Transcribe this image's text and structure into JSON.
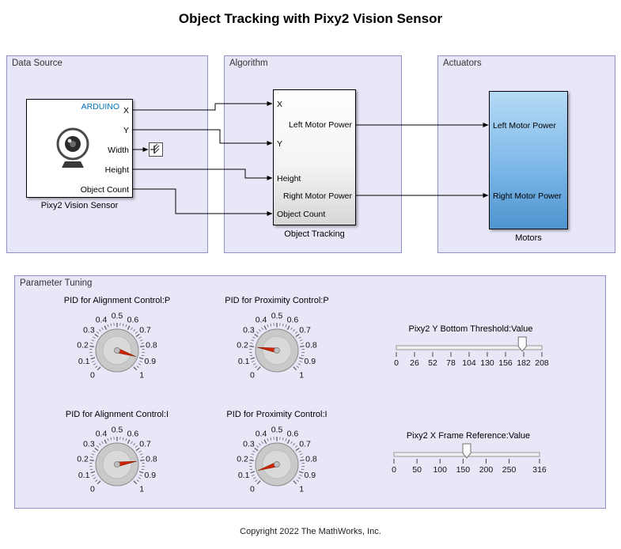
{
  "page": {
    "title": "Object Tracking with Pixy2 Vision Sensor",
    "copyright": "Copyright 2022 The MathWorks, Inc."
  },
  "areas": {
    "data_source": "Data Source",
    "algorithm": "Algorithm",
    "actuators": "Actuators",
    "parameter_tuning": "Parameter Tuning"
  },
  "blocks": {
    "pixy2": {
      "label": "Pixy2 Vision Sensor",
      "board": "ARDUINO",
      "out_ports": [
        "X",
        "Y",
        "Width",
        "Height",
        "Object Count"
      ]
    },
    "object_tracking": {
      "label": "Object Tracking",
      "in_ports": [
        "X",
        "Y",
        "Height",
        "Object Count"
      ],
      "out_ports": [
        "Left Motor Power",
        "Right Motor Power"
      ]
    },
    "motors": {
      "label": "Motors",
      "in_ports": [
        "Left Motor Power",
        "Right Motor Power"
      ]
    }
  },
  "parameter_tuning": {
    "knobs": [
      {
        "label": "PID for Alignment Control:P",
        "min": 0,
        "max": 1,
        "value": 0.9,
        "ticks": [
          "0",
          "0.1",
          "0.2",
          "0.3",
          "0.4",
          "0.5",
          "0.6",
          "0.7",
          "0.8",
          "0.9",
          "1"
        ]
      },
      {
        "label": "PID for Proximity Control:P",
        "min": 0,
        "max": 1,
        "value": 0.2,
        "ticks": [
          "0",
          "0.1",
          "0.2",
          "0.3",
          "0.4",
          "0.5",
          "0.6",
          "0.7",
          "0.8",
          "0.9",
          "1"
        ]
      },
      {
        "label": "PID for Alignment Control:I",
        "min": 0,
        "max": 1,
        "value": 0.8,
        "ticks": [
          "0",
          "0.1",
          "0.2",
          "0.3",
          "0.4",
          "0.5",
          "0.6",
          "0.7",
          "0.8",
          "0.9",
          "1"
        ]
      },
      {
        "label": "PID for Proximity Control:I",
        "min": 0,
        "max": 1,
        "value": 0.1,
        "ticks": [
          "0",
          "0.1",
          "0.2",
          "0.3",
          "0.4",
          "0.5",
          "0.6",
          "0.7",
          "0.8",
          "0.9",
          "1"
        ]
      }
    ],
    "sliders": [
      {
        "label": "Pixy2 Y Bottom Threshold:Value",
        "min": 0,
        "max": 208,
        "value": 180,
        "ticks": [
          0,
          26,
          52,
          78,
          104,
          130,
          156,
          182,
          208
        ]
      },
      {
        "label": "Pixy2 X Frame Reference:Value",
        "min": 0,
        "max": 316,
        "value": 158,
        "ticks": [
          0,
          50,
          100,
          150,
          200,
          250,
          316
        ]
      }
    ]
  },
  "colors": {
    "area_fill": "#e7e7f8",
    "area_border": "#9191c9",
    "motors_top": "#b5daf5",
    "motors_bottom": "#4e94cf",
    "needle": "#cc2200",
    "board_text": "#0072bd",
    "wire": "#000000"
  }
}
